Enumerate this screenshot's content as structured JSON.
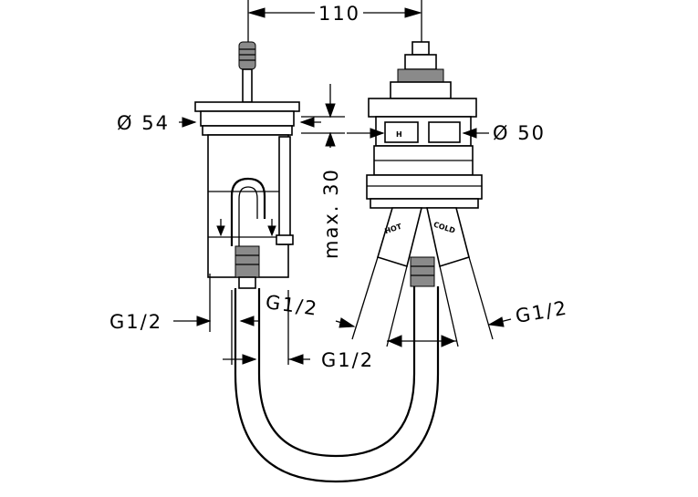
{
  "dimensions": {
    "width_top": "110",
    "dia_left": "Ø 54",
    "dia_right": "Ø 50",
    "max_height": "max. 30"
  },
  "threads": {
    "left_outer": "G1/2",
    "left_inner": "G1/2",
    "hose_end": "G1/2",
    "right": "G1/2"
  },
  "markings": {
    "hot": "HOT",
    "cold": "COLD",
    "hot_short": "H"
  }
}
